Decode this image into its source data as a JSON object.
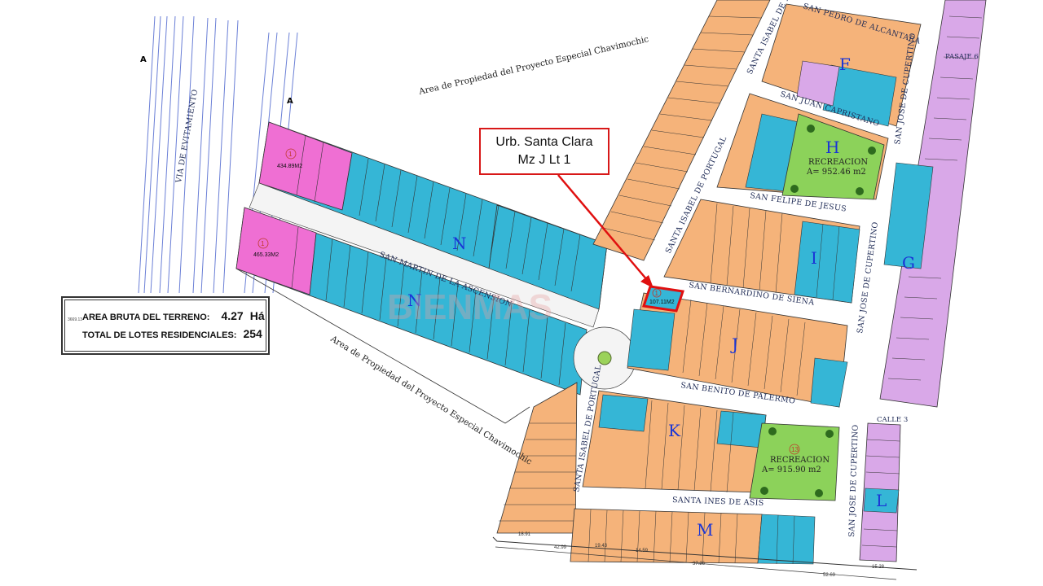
{
  "callout": {
    "line1": "Urb. Santa Clara",
    "line2": "Mz J Lt 1"
  },
  "summary": {
    "gross_area_label": "AREA BRUTA DEL TERRENO:",
    "gross_area_value": "4.27",
    "gross_area_unit": "Há",
    "total_lots_label": "TOTAL DE LOTES  RESIDENCIALES:",
    "total_lots_value": "254",
    "tiny_note": "3669.13"
  },
  "ownership_notes": [
    "Area de Propiedad del Proyecto Especial Chavimochic",
    "Area de Propiedad del Proyecto Especial Chavimochic"
  ],
  "streets": {
    "via_evitamiento": "VIA DE EVITAMIENTO",
    "san_martin": "SAN MARTIN DE LA ASCENSION",
    "santa_isabel": "SANTA ISABEL DE PORTUGAL",
    "san_pedro": "SAN PEDRO DE ALCANTARA",
    "san_juan": "SAN JUAN CAPRISTANO",
    "san_felipe": "SAN FELIPE DE JESUS",
    "san_bernardino": "SAN BERNARDINO DE SIENA",
    "san_benito": "SAN BENITO DE PALERMO",
    "santa_ines": "SANTA INES DE ASIS",
    "san_jose": "SAN JOSE DE CUPERTINO",
    "calle3": "CALLE 3",
    "pasaje": "PASAJE 6"
  },
  "section_marks": [
    "A",
    "A"
  ],
  "blocks": [
    "N",
    "N",
    "F",
    "H",
    "I",
    "J",
    "K",
    "M",
    "G",
    "L"
  ],
  "recreation": [
    {
      "label": "RECREACION",
      "area": "A= 952.46  m2"
    },
    {
      "label": "RECREACION",
      "area": "A= 915.90 m2"
    }
  ],
  "highlight_lot": {
    "area": "107.11M2",
    "number": "1"
  },
  "big_lots": [
    {
      "area": "434.89M2",
      "number": "1"
    },
    {
      "area": "465.33M2",
      "number": "1"
    }
  ],
  "watermark": "BIENMAS",
  "colors": {
    "orange_lot": "#f5b37a",
    "blue_lot": "#35b6d6",
    "pink_lot": "#ef6fd3",
    "lilac_lot": "#d9a8e8",
    "park": "#8cd25a",
    "highlight": "#e01010"
  }
}
